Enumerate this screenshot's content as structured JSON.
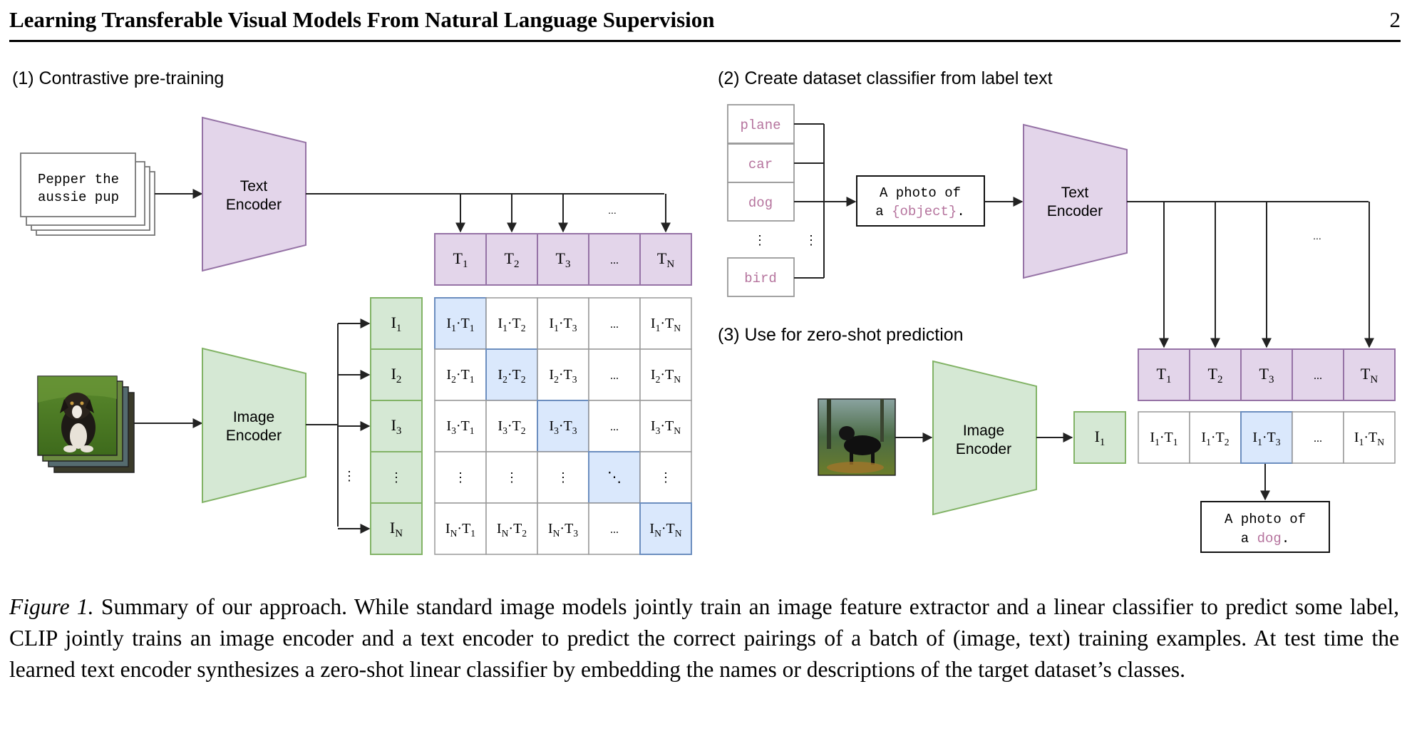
{
  "header": {
    "title": "Learning Transferable Visual Models From Natural Language Supervision",
    "page_number": "2"
  },
  "figure": {
    "colors": {
      "text_encoder_fill": "#e3d5ea",
      "text_encoder_stroke": "#9673a6",
      "image_encoder_fill": "#d5e8d4",
      "image_encoder_stroke": "#82b366",
      "diagonal_fill": "#dae8fc",
      "diagonal_stroke": "#6c8ebf",
      "label_color": "#b5739d"
    },
    "panel1": {
      "title": "(1) Contrastive pre-training",
      "caption_lines": [
        "Pepper the",
        "aussie pup"
      ],
      "text_encoder_lines": [
        "Text",
        "Encoder"
      ],
      "image_encoder_lines": [
        "Image",
        "Encoder"
      ],
      "icon": "puppy-photo-icon"
    },
    "panel2": {
      "title": "(2) Create dataset classifier from label text",
      "labels": [
        "plane",
        "car",
        "dog",
        "bird"
      ],
      "template_line1": "A photo of",
      "template_line2_prefix": "a ",
      "template_placeholder": "{object}",
      "template_line2_suffix": ".",
      "text_encoder_lines": [
        "Text",
        "Encoder"
      ]
    },
    "panel3": {
      "title": "(3) Use for zero-shot prediction",
      "image_encoder_lines": [
        "Image",
        "Encoder"
      ],
      "prediction_line1": "A photo of",
      "prediction_line2_prefix": "a ",
      "prediction_word": "dog",
      "prediction_line2_suffix": ".",
      "icon": "dog-photo-icon"
    },
    "ellipsis": "...",
    "vdots": "⋮",
    "ddots": "⋱"
  },
  "caption": {
    "label": "Figure 1.",
    "text": " Summary of our approach. While standard image models jointly train an image feature extractor and a linear classifier to predict some label, CLIP jointly trains an image encoder and a text encoder to predict the correct pairings of a batch of (image, text) training examples. At test time the learned text encoder synthesizes a zero-shot linear classifier by embedding the names or descriptions of the target dataset’s classes."
  }
}
